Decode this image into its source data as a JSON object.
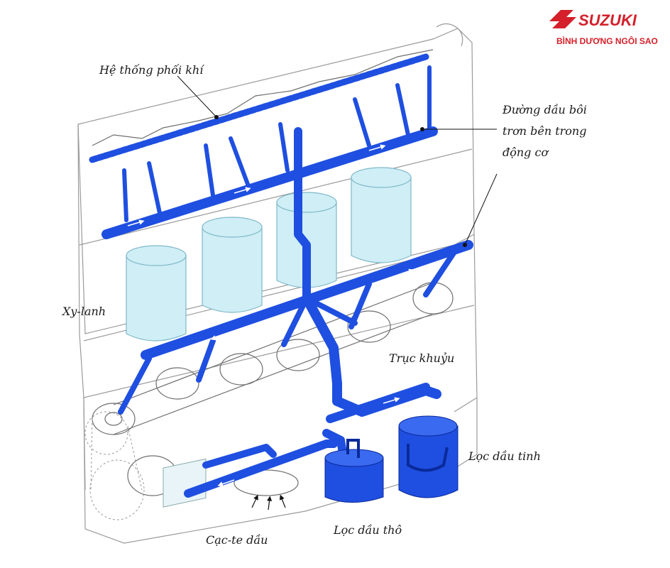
{
  "brand": {
    "name": "SUZUKI",
    "dealer": "BÌNH DƯƠNG NGÔI SAO",
    "color": "#d4202a"
  },
  "labels": {
    "valve_train": "Hệ thống phối khí",
    "oil_gallery_line1": "Đường dầu bôi",
    "oil_gallery_line2": "trơn bên trong",
    "oil_gallery_line3": "động cơ",
    "cylinder": "Xy-lanh",
    "crankshaft": "Trục khuỷu",
    "fine_filter": "Lọc dầu tinh",
    "coarse_filter": "Lọc dầu thô",
    "oil_pan": "Cạc-te dầu"
  },
  "colors": {
    "oil_blue": "#1f4fe0",
    "oil_dark": "#0a2a9a",
    "cylinder_fill": "#cfeef6",
    "cylinder_stroke": "#7fb8c8",
    "engine_outline": "#9a9a9a"
  }
}
